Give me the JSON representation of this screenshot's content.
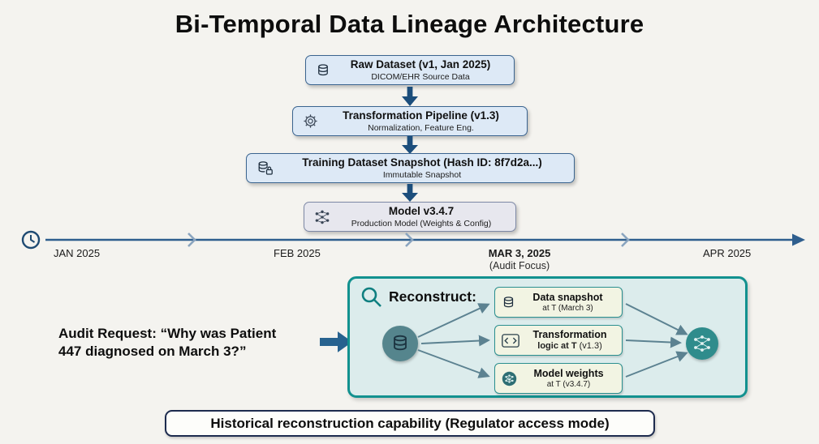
{
  "title": "Bi-Temporal Data Lineage Architecture",
  "pipeline": {
    "nodes": [
      {
        "icon": "database-icon",
        "title": "Raw Dataset (v1, Jan 2025)",
        "subtitle": "DICOM/EHR Source Data"
      },
      {
        "icon": "gear-icon",
        "title": "Transformation Pipeline (v1.3)",
        "subtitle": "Normalization, Feature Eng."
      },
      {
        "icon": "database-lock-icon",
        "title": "Training Dataset Snapshot (Hash ID: 8f7d2a...)",
        "subtitle": "Immutable Snapshot"
      },
      {
        "icon": "neural-network-icon",
        "title": "Model v3.4.7",
        "subtitle": "Production Model (Weights & Config)"
      }
    ]
  },
  "timeline": {
    "icon": "clock-icon",
    "jan": "JAN 2025",
    "feb": "FEB 2025",
    "mar": "MAR 3, 2025",
    "mar_sub": "(Audit Focus)",
    "apr": "APR 2025"
  },
  "audit_request": {
    "line1": "Audit Request: “Why was Patient",
    "line2": "447 diagnosed on March 3?”"
  },
  "reconstruct": {
    "title": "Reconstruct:",
    "magnifier_icon": "magnifier-icon",
    "source_icon": "database-icon",
    "target_icon": "neural-network-icon",
    "items": [
      {
        "icon": "database-icon",
        "title": "Data snapshot",
        "subtitle": "at T (March 3)"
      },
      {
        "icon": "code-icon",
        "title": "Transformation",
        "title2": "logic at T",
        "note": "(v1.3)"
      },
      {
        "icon": "neural-network-icon",
        "title": "Model weights",
        "subtitle": "at T (v3.4.7)"
      }
    ]
  },
  "footer": {
    "text": "Historical reconstruction capability (Regulator access mode)"
  },
  "colors": {
    "background": "#f4f3ef",
    "flow_box_bg": "#dde9f6",
    "flow_box_border": "#3a648f",
    "model_box_bg": "#e7e7ee",
    "arrow_blue": "#1c4e7c",
    "timeline_blue": "#2e5e8e",
    "teal_border": "#12918f",
    "teal_panel_bg": "#dcecec",
    "item_bg": "#f2f4e3",
    "footer_border": "#1d2b4e"
  }
}
